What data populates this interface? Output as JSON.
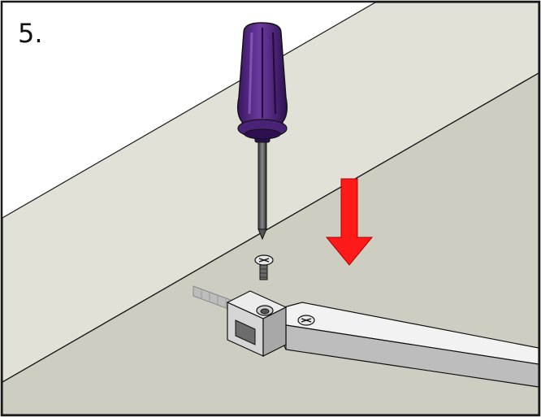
{
  "step": {
    "label": "5."
  },
  "colors": {
    "frame": "#1a1a1a",
    "wall": "#e2e1d8",
    "floor": "#cecdc2",
    "background": "#ffffff",
    "arrow": "#ff1a1a",
    "screwdriver_handle": "#5b2f8c",
    "screwdriver_handle_dark": "#3a1660",
    "metal": "#d9d9d9",
    "metal_dark": "#9a9a9a"
  },
  "icons": {
    "tool": "screwdriver",
    "fastener": "countersunk-screw",
    "direction": "down-arrow",
    "part": "metal-bracket"
  }
}
